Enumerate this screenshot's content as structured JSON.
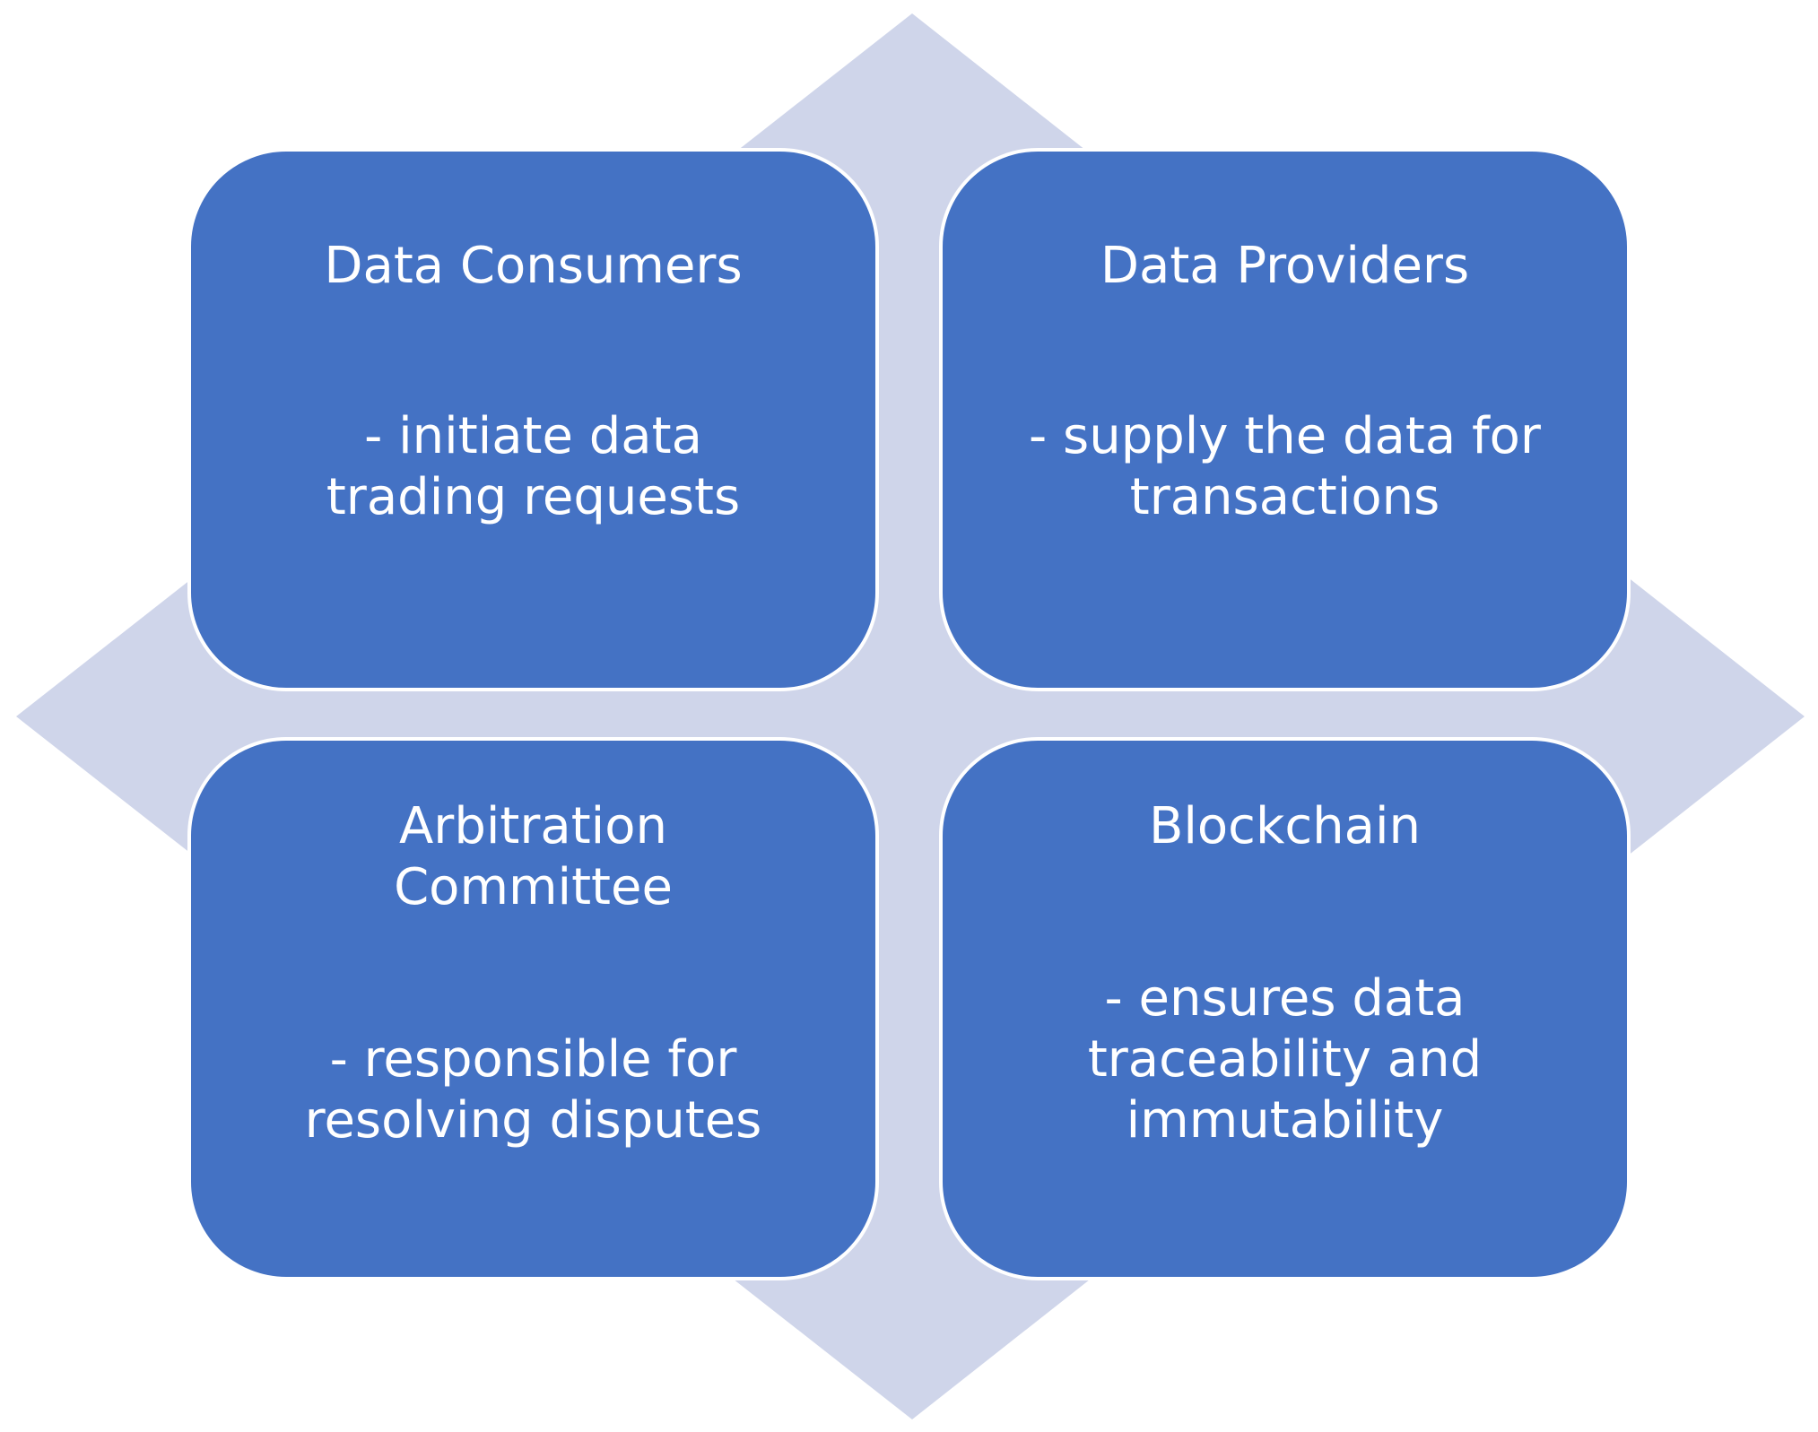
{
  "colors": {
    "card_fill": "#4472c4",
    "card_border": "#ffffff",
    "card_text": "#ffffff",
    "background_shape": "#cfd5ea"
  },
  "cards": {
    "consumers": {
      "title": "Data Consumers",
      "description": "- initiate data\ntrading requests"
    },
    "providers": {
      "title": "Data Providers",
      "description": "- supply the data for\ntransactions"
    },
    "arbitration": {
      "title": "Arbitration\nCommittee",
      "description": "- responsible for\nresolving disputes"
    },
    "blockchain": {
      "title": "Blockchain",
      "description": "- ensures data\ntraceability and\nimmutability"
    }
  }
}
